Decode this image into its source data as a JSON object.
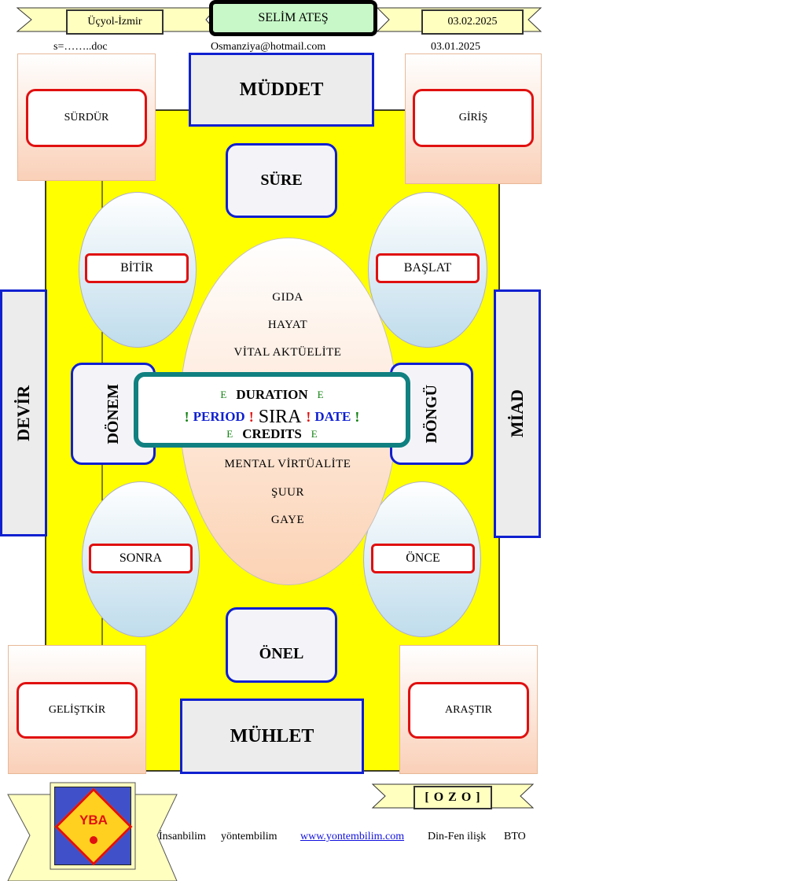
{
  "header": {
    "left_label": "Üçyol-İzmir",
    "title": "SELİM ATEŞ",
    "right_date": "03.02.2025",
    "sub_left": "s=……..doc",
    "sub_email": "Osmanziya@hotmail.com",
    "sub_date": "03.01.2025"
  },
  "frame": {
    "top": "MÜDDET",
    "bottom": "MÜHLET",
    "left": "DEVİR",
    "right": "MİAD"
  },
  "inner": {
    "top": "SÜRE",
    "bottom": "ÖNEL",
    "left": "DÖNEM",
    "right": "DÖNGÜ"
  },
  "corners": {
    "top_left": "SÜRDÜR",
    "top_right": "GİRİŞ",
    "bottom_left": "GELİŞTKİR",
    "bottom_right": "ARAŞTIR"
  },
  "ovals": {
    "upper_left": "BİTİR",
    "upper_right": "BAŞLAT",
    "lower_left": "SONRA",
    "lower_right": "ÖNCE"
  },
  "center_items_top": [
    "GIDA",
    "HAYAT",
    "VİTAL AKTÜELİTE"
  ],
  "center_items_bottom": [
    "MENTAL VİRTÜALİTE",
    "ŞUUR",
    "GAYE"
  ],
  "center_box": {
    "e": "E",
    "excl": "!",
    "duration": "DURATION",
    "period": "PERIOD",
    "sira": "SIRA",
    "date": "DATE",
    "credits": "CREDITS"
  },
  "footer": {
    "ozo": "[ O Z O ]",
    "logo": "YBA",
    "text1": "İnsanbilim",
    "text2": "yöntembilim",
    "link": "www.yontembilim.com",
    "text3": "Din-Fen ilişk",
    "text4": "BTO"
  },
  "colors": {
    "yellow": "#ffff00",
    "frame_blue": "#1020d0",
    "label_red": "#e01010",
    "center_teal": "#108080",
    "logo_bg": "#4050c8"
  }
}
